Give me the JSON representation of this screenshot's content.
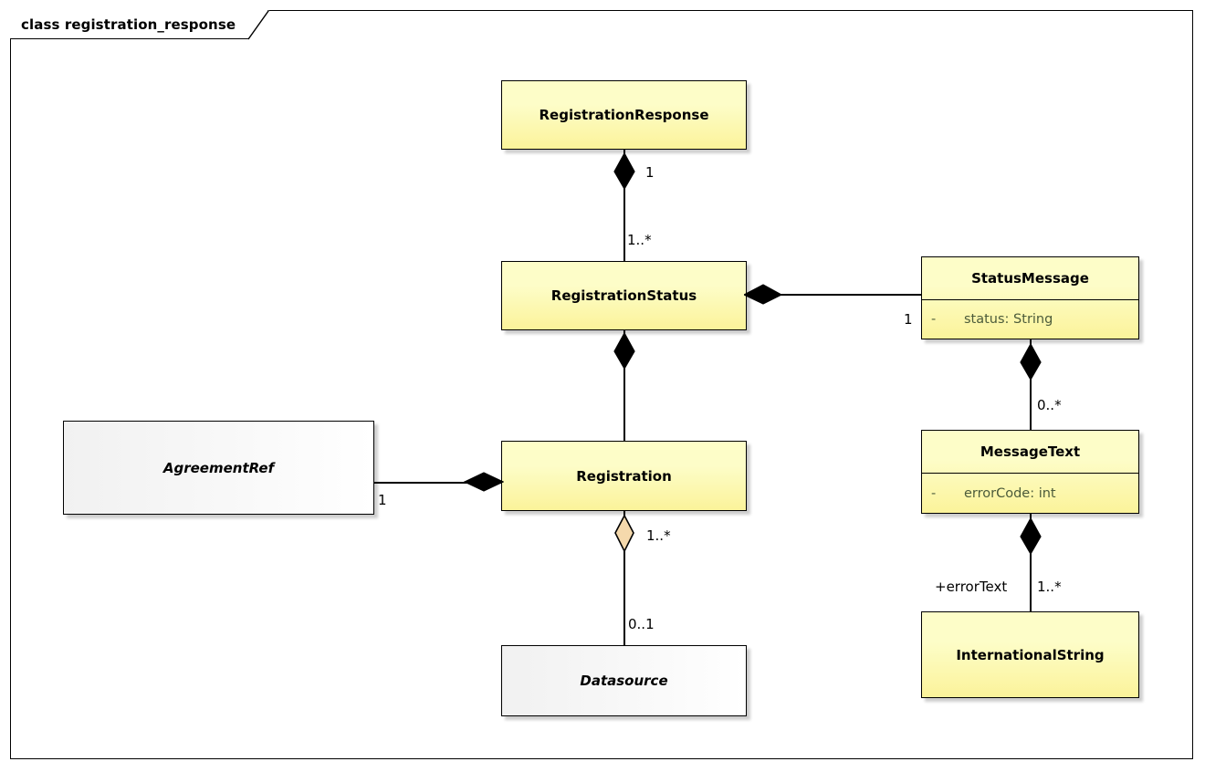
{
  "frame": {
    "title": "class registration_response"
  },
  "classes": [
    {
      "id": "registration-response",
      "name": "RegistrationResponse",
      "abstract": false,
      "attributes": []
    },
    {
      "id": "registration-status",
      "name": "RegistrationStatus",
      "abstract": false,
      "attributes": []
    },
    {
      "id": "status-message",
      "name": "StatusMessage",
      "abstract": false,
      "attributes": [
        {
          "visibility": "-",
          "text": "status: String"
        }
      ]
    },
    {
      "id": "message-text",
      "name": "MessageText",
      "abstract": false,
      "attributes": [
        {
          "visibility": "-",
          "text": "errorCode: int"
        }
      ]
    },
    {
      "id": "international-string",
      "name": "InternationalString",
      "abstract": false,
      "attributes": []
    },
    {
      "id": "registration",
      "name": "Registration",
      "abstract": false,
      "attributes": []
    },
    {
      "id": "agreement-ref",
      "name": "AgreementRef",
      "abstract": true,
      "attributes": []
    },
    {
      "id": "datasource",
      "name": "Datasource",
      "abstract": true,
      "attributes": []
    }
  ],
  "associations": [
    {
      "id": "response-status",
      "from": "RegistrationResponse",
      "to": "RegistrationStatus",
      "kind": "composition",
      "source_multiplicity": "1",
      "target_multiplicity": "1..*",
      "role": ""
    },
    {
      "id": "status-statusmessage",
      "from": "RegistrationStatus",
      "to": "StatusMessage",
      "kind": "composition",
      "source_multiplicity": "",
      "target_multiplicity": "1",
      "role": ""
    },
    {
      "id": "status-registration",
      "from": "RegistrationStatus",
      "to": "Registration",
      "kind": "composition",
      "source_multiplicity": "",
      "target_multiplicity": "",
      "role": ""
    },
    {
      "id": "statusmessage-messagetext",
      "from": "StatusMessage",
      "to": "MessageText",
      "kind": "composition",
      "source_multiplicity": "",
      "target_multiplicity": "0..*",
      "role": ""
    },
    {
      "id": "messagetext-internationalstring",
      "from": "MessageText",
      "to": "InternationalString",
      "kind": "composition",
      "source_multiplicity": "",
      "target_multiplicity": "1..*",
      "role": "+errorText"
    },
    {
      "id": "agreementref-registration",
      "from": "AgreementRef",
      "to": "Registration",
      "kind": "composition",
      "source_multiplicity": "1",
      "target_multiplicity": "",
      "role": ""
    },
    {
      "id": "registration-datasource",
      "from": "Registration",
      "to": "Datasource",
      "kind": "aggregation",
      "source_multiplicity": "1..*",
      "target_multiplicity": "0..1",
      "role": ""
    }
  ],
  "colors": {
    "class_fill": "#fdfdc8",
    "class_fill_bottom": "#fbf39a",
    "abstract_fill": "#f1f1f1",
    "border": "#000000",
    "attribute_text": "#4c5b3a",
    "aggregation_diamond_fill": "#f5d9ac"
  }
}
